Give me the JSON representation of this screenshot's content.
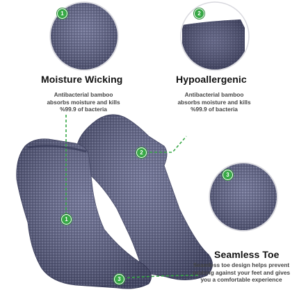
{
  "features": [
    {
      "number": "1",
      "title": "Moisture Wicking",
      "desc_lines": [
        "Antibacterial bamboo",
        "absorbs moisture and kills",
        "%99.9 of bacteria"
      ]
    },
    {
      "number": "2",
      "title": "Hypoallergenic",
      "desc_lines": [
        "Antibacterial bamboo",
        "absorbs moisture and kills",
        "%99.9 of bacteria"
      ]
    },
    {
      "number": "3",
      "title": "Seamless Toe",
      "desc_lines": [
        "Seamless toe design helps prevent",
        "rubbing against your feet and gives",
        "you a comfortable experience"
      ]
    }
  ],
  "colors": {
    "badge_green": "#37a845",
    "dash_green": "#37a845",
    "sock_navy": "#4a4e72",
    "sock_heather": "#7c80a3",
    "sock_dark": "#2f3250"
  }
}
